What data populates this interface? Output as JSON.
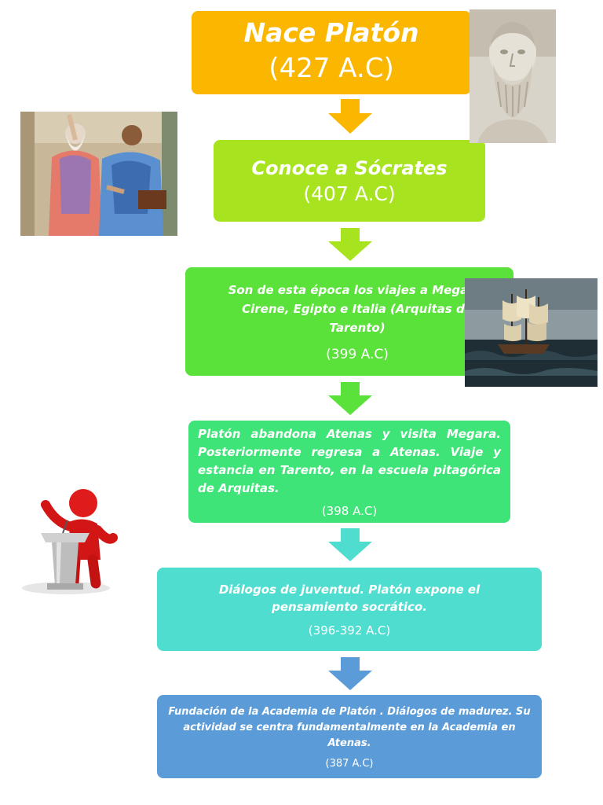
{
  "steps": [
    {
      "title": "Nace Platón",
      "date": "(427 A.C)",
      "color": "#fbb600"
    },
    {
      "title": "Conoce a Sócrates",
      "date": "(407 A.C)",
      "color": "#a7e41f"
    },
    {
      "title": "Son de esta época los viajes a Megara, Cirene, Egipto e Italia (Arquitas de Tarento)",
      "date": "(399 A.C)",
      "color": "#5ae23b"
    },
    {
      "title": "Platón abandona Atenas y visita Megara. Posteriormente regresa a Atenas. Viaje y estancia en Tarento, en la escuela pitagórica de Arquitas.",
      "date": "(398 A.C)",
      "color": "#3ee477"
    },
    {
      "title": "Diálogos de juventud. Platón expone el pensamiento socrático.",
      "date": "(396-392 A.C)",
      "color": "#4fddd0"
    },
    {
      "title": "Fundación de la Academia de Platón . Diálogos de madurez. Su actividad se centra fundamentalmente en la Academia en Atenas.",
      "date": "(387 A.C)",
      "color": "#5b9cd8"
    }
  ],
  "arrow_colors": [
    "#fbb600",
    "#a7e41f",
    "#5ae23b",
    "#3ee477",
    "#4fddd0",
    "#5b9cd8"
  ]
}
